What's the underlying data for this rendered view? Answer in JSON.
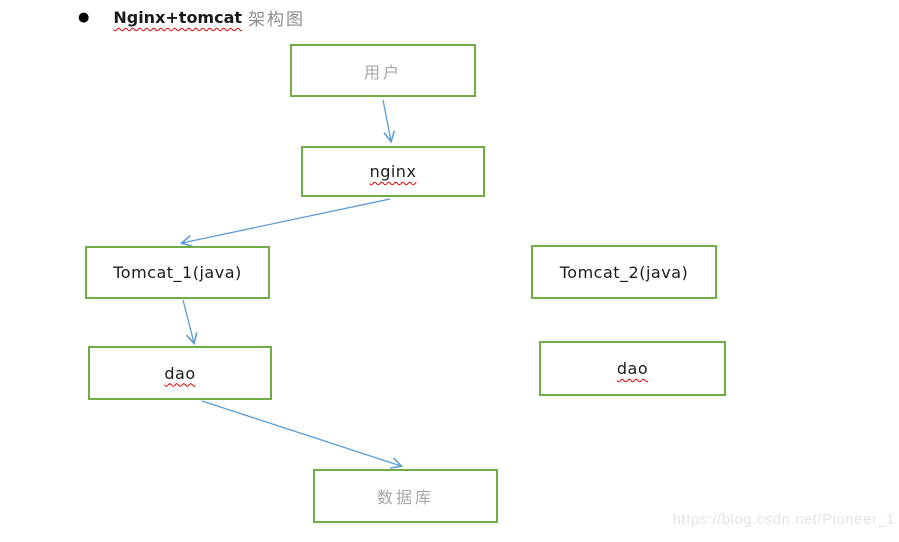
{
  "title": {
    "bullet": "●",
    "text_en": "Nginx+tomcat",
    "text_zh": "架构图"
  },
  "diagram": {
    "nodes": {
      "user": {
        "label": "用户"
      },
      "nginx": {
        "label": "nginx"
      },
      "tomcat1": {
        "label": "Tomcat_1(java)"
      },
      "tomcat2": {
        "label": "Tomcat_2(java)"
      },
      "dao1": {
        "label": "dao"
      },
      "dao2": {
        "label": "dao"
      },
      "database": {
        "label": "数据库"
      }
    },
    "edges": [
      {
        "from": "user",
        "to": "nginx"
      },
      {
        "from": "nginx",
        "to": "tomcat1"
      },
      {
        "from": "tomcat1",
        "to": "dao1"
      },
      {
        "from": "dao1",
        "to": "database"
      }
    ]
  },
  "watermark": "https://blog.csdn.net/Pioneer_1",
  "colors": {
    "box_border": "#70AD47",
    "arrow": "#5B9BD5",
    "gray_text": "#A6A6A6",
    "title_gray": "#8C8C8C",
    "spellcheck": "#E00000"
  }
}
